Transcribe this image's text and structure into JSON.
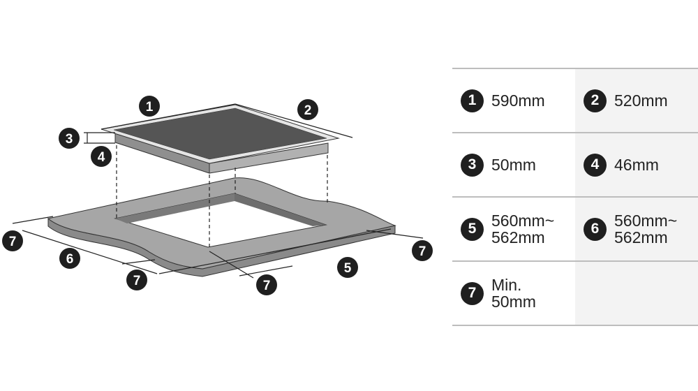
{
  "specs": [
    {
      "num": "1",
      "value": "590mm"
    },
    {
      "num": "2",
      "value": "520mm"
    },
    {
      "num": "3",
      "value": "50mm"
    },
    {
      "num": "4",
      "value": "46mm"
    },
    {
      "num": "5",
      "value": "560mm~\n562mm"
    },
    {
      "num": "6",
      "value": "560mm~\n562mm"
    },
    {
      "num": "7",
      "value": "Min.\n50mm"
    }
  ],
  "callouts": [
    "1",
    "2",
    "3",
    "4",
    "5",
    "6",
    "7",
    "7",
    "7",
    "7"
  ],
  "colors": {
    "badge": "#1f1f1f",
    "glass_top": "#5a5a5a",
    "hob_body": "#a6a6a6",
    "countertop": "#a3a3a3",
    "countertop_side": "#888888",
    "table_shaded": "#f3f3f3",
    "rule_line": "#bdbdbd"
  }
}
